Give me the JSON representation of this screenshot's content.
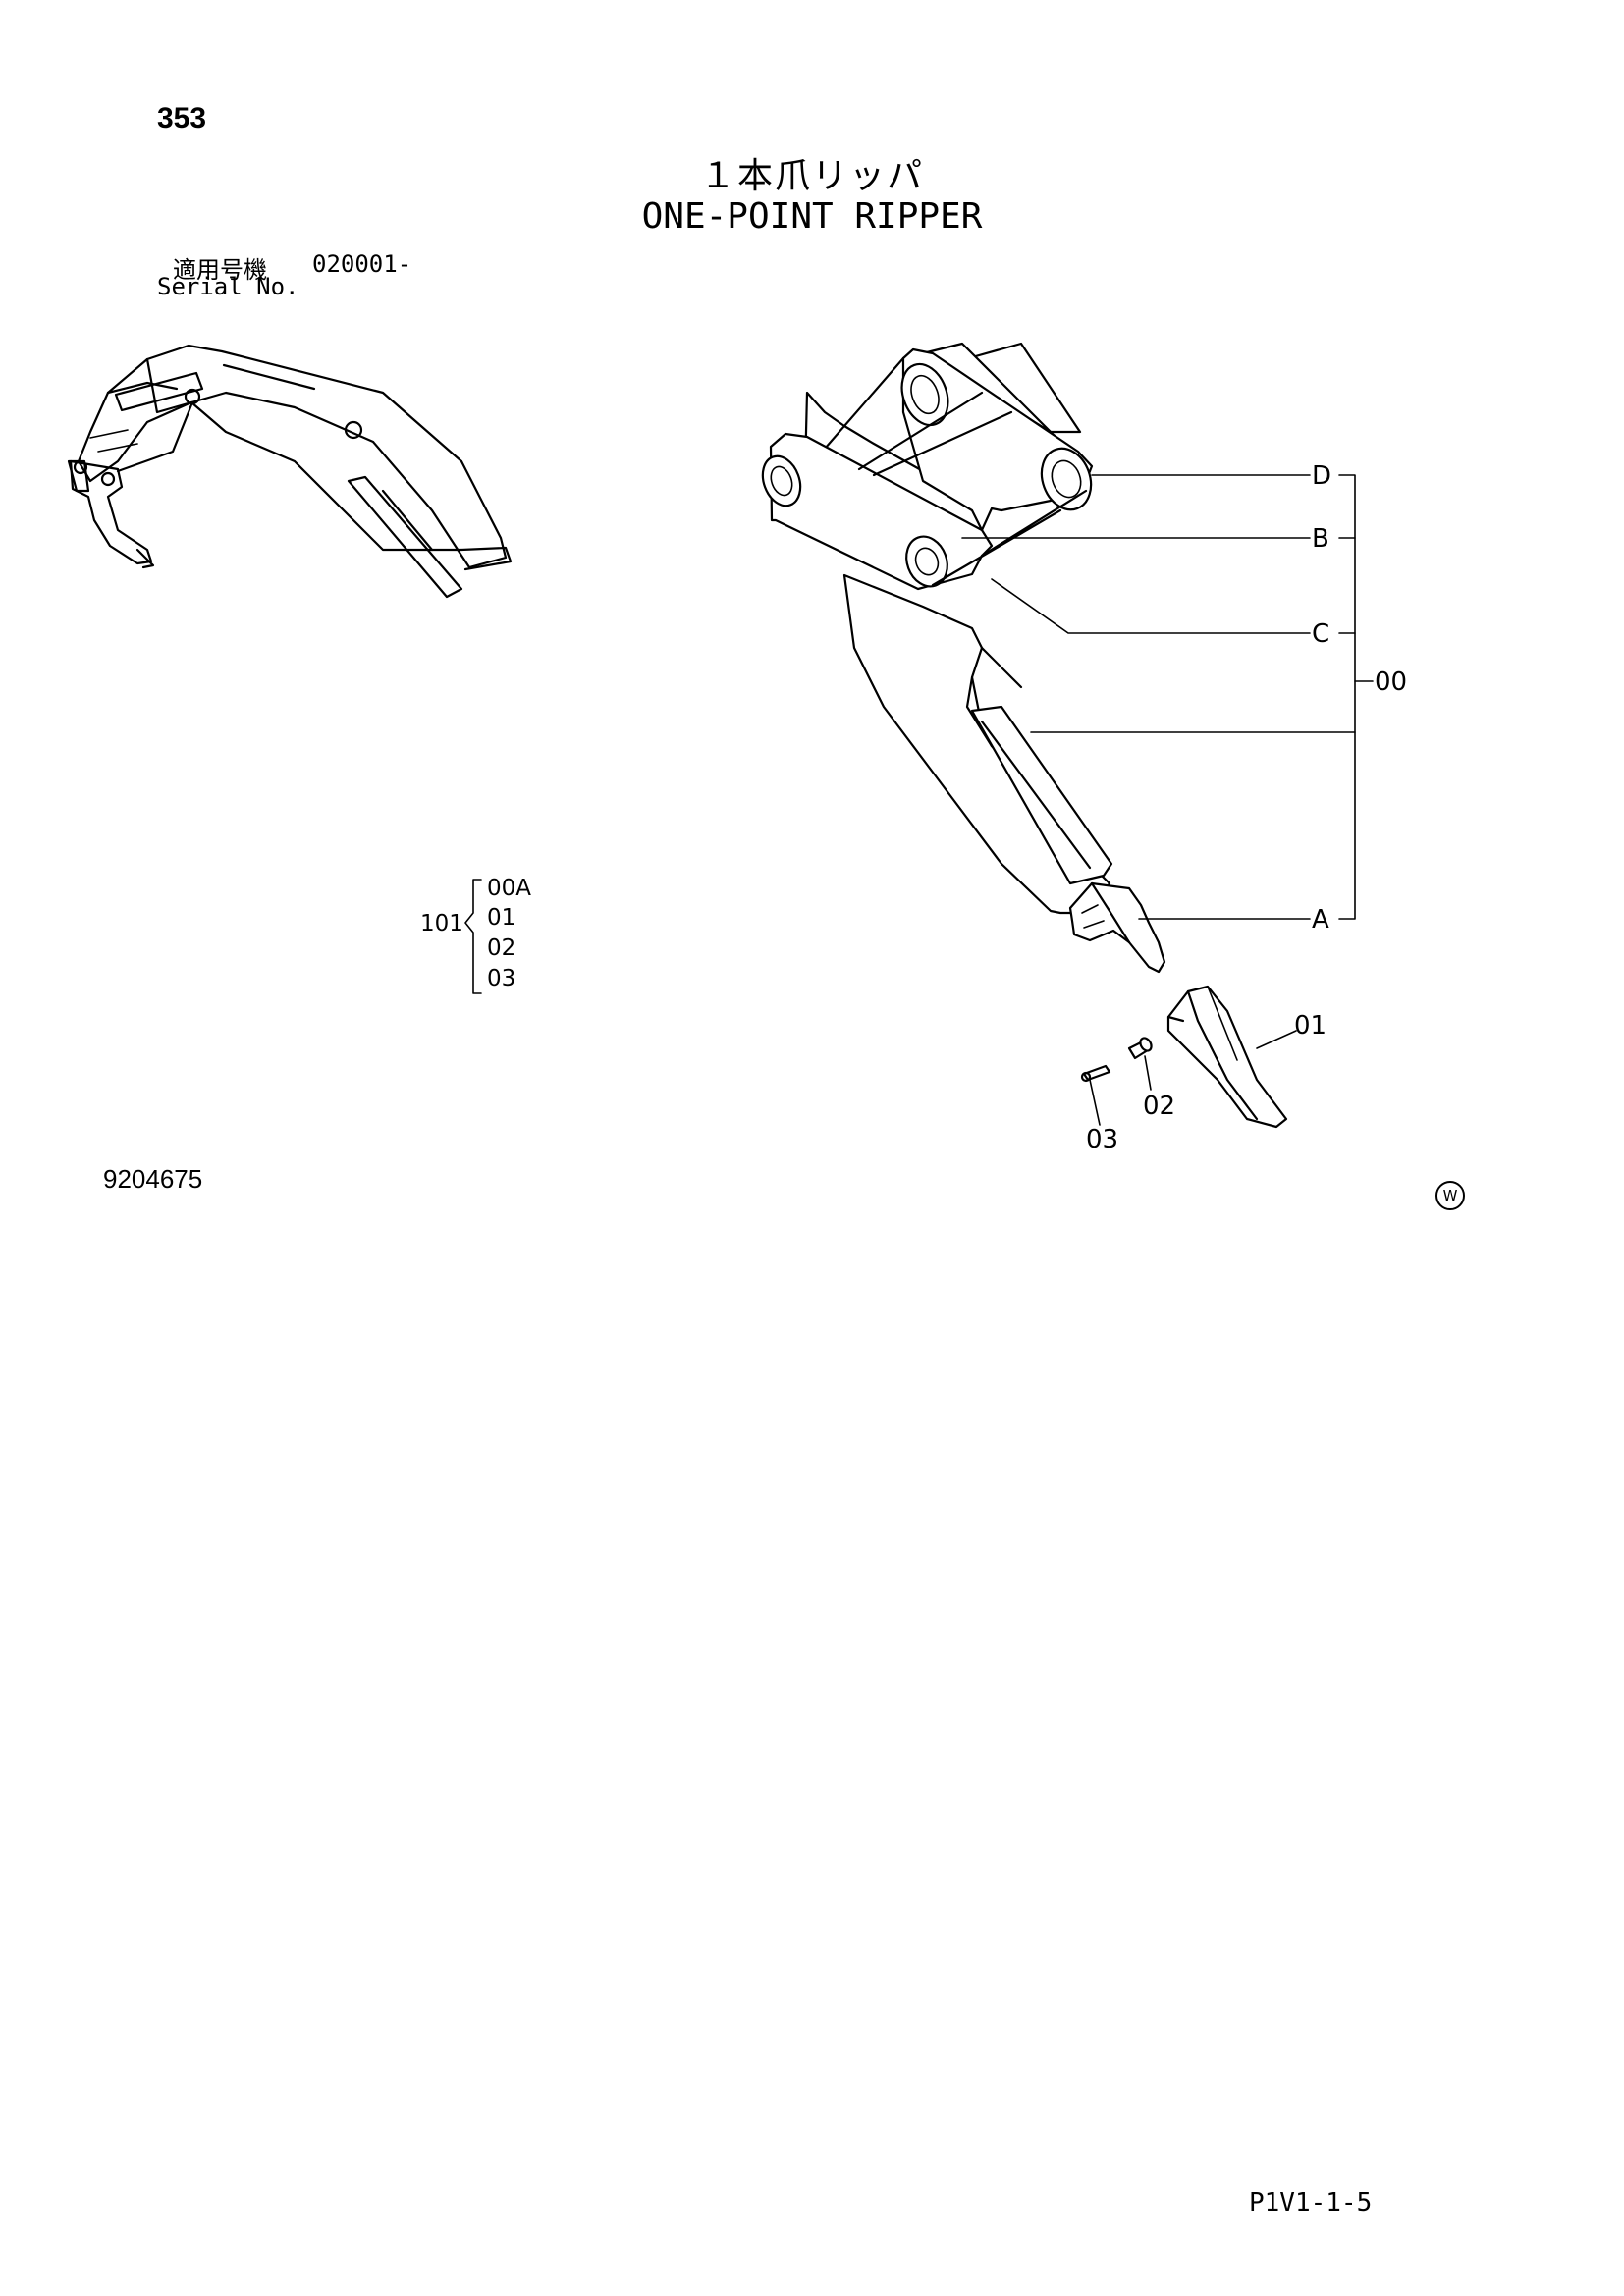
{
  "header": {
    "page_number": "353",
    "title_ja": "１本爪リッパ",
    "title_en": "ONE-POINT RIPPER"
  },
  "serial": {
    "label_ja": "適用号機",
    "number": "020001-",
    "label_en": "Serial No."
  },
  "kit": {
    "number": "101",
    "items": [
      "00A",
      "01",
      "02",
      "03"
    ]
  },
  "callouts": {
    "d": "D",
    "b": "B",
    "c": "C",
    "a": "A",
    "assembly": "00",
    "tooth": "01",
    "pin": "02",
    "lock": "03"
  },
  "footer": {
    "drawing_number": "9204675",
    "w_mark": "W",
    "page_code": "P1V1-1-5"
  }
}
